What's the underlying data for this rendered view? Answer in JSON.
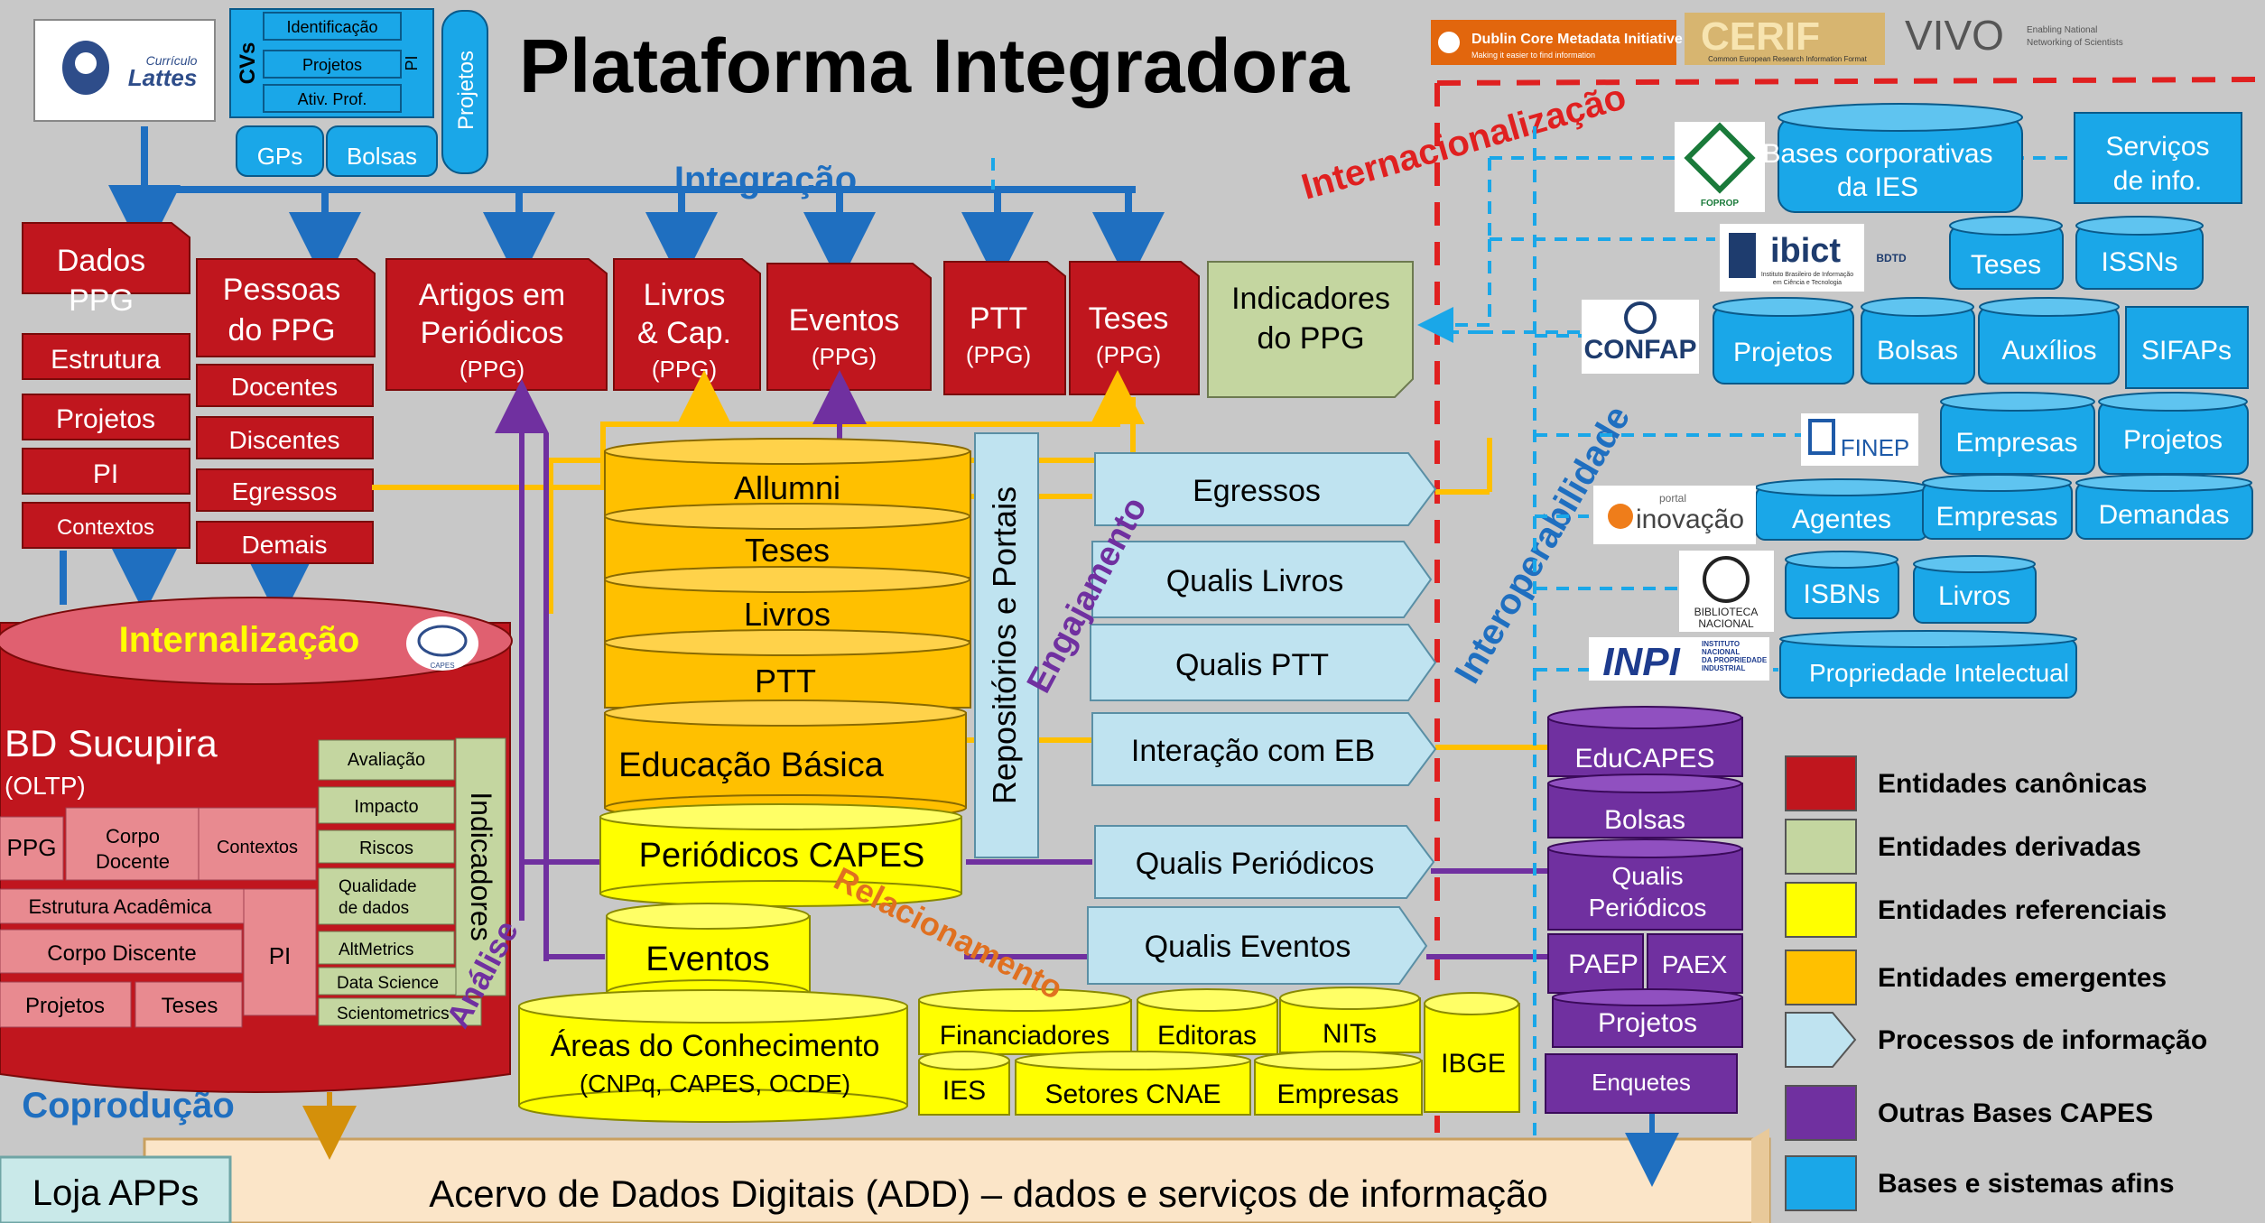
{
  "title": "Plataforma Integradora",
  "logos": {
    "lattes_small": "Currículo",
    "lattes_big": "Lattes",
    "capes": "CAPES",
    "dublin": "Dublin Core Metadata Initiative",
    "dublin_sub": "Making it easier to find information",
    "cerif": "CERIF",
    "cerif_sub": "Common European Research Information Format",
    "vivo": "VIVO",
    "vivo_sub1": "Enabling National",
    "vivo_sub2": "Networking of Scientists",
    "foprop": "FOPROP",
    "ibict": "ibict",
    "ibict_sub1": "Instituto Brasileiro de Informação",
    "ibict_sub2": "em Ciência e Tecnologia",
    "bdtd": "BDTD",
    "confap": "CONFAP",
    "finep": "FINEP",
    "inovacao_small": "portal",
    "inovacao": "inovação",
    "biblioteca1": "BIBLIOTECA",
    "biblioteca2": "NACIONAL",
    "inpi": "INPI",
    "inpi_sub1": "INSTITUTO",
    "inpi_sub2": "NACIONAL",
    "inpi_sub3": "DA PROPRIEDADE",
    "inpi_sub4": "INDUSTRIAL"
  },
  "lattes": {
    "cvs": "CVs",
    "items": [
      "Identificação",
      "Projetos",
      "Ativ. Prof."
    ],
    "pi": "PI",
    "projetos": "Projetos",
    "gps": "GPs",
    "bolsas": "Bolsas"
  },
  "section_labels": {
    "integracao": "Integração",
    "internacionalizacao": "Internacionalização",
    "internalizacao": "Internalização",
    "coproducao": "Coprodução",
    "interoperabilidade": "Interoperabilidade",
    "engajamento": "Engajamento",
    "relacionamento": "Relacionamento",
    "analise": "Análise"
  },
  "dados_ppg": {
    "title1": "Dados",
    "title2": "PPG",
    "items": [
      "Estrutura",
      "Projetos",
      "PI",
      "Contextos"
    ]
  },
  "pessoas_ppg": {
    "title1": "Pessoas",
    "title2": "do PPG",
    "items": [
      "Docentes",
      "Discentes",
      "Egressos",
      "Demais"
    ]
  },
  "top_docs": [
    {
      "l1": "Artigos em",
      "l2": "Periódicos",
      "l3": "(PPG)"
    },
    {
      "l1": "Livros",
      "l2": "& Cap.",
      "l3": "(PPG)"
    },
    {
      "l1": "Eventos",
      "l2": "(PPG)",
      "l3": ""
    },
    {
      "l1": "PTT",
      "l2": "(PPG)",
      "l3": ""
    },
    {
      "l1": "Teses",
      "l2": "(PPG)",
      "l3": ""
    }
  ],
  "indicadores_ppg": {
    "l1": "Indicadores",
    "l2": "do PPG"
  },
  "emergentes": [
    "Allumni",
    "Teses",
    "Livros",
    "PTT",
    "Educação Básica"
  ],
  "periodicos_capes": "Periódicos CAPES",
  "eventos": "Eventos",
  "areas": {
    "l1": "Áreas do Conhecimento",
    "l2": "(CNPq, CAPES, OCDE)"
  },
  "ref_small": [
    "Financiadores",
    "Editoras",
    "NITs",
    "IES",
    "Setores CNAE",
    "Empresas",
    "IBGE"
  ],
  "repositorios": "Repositórios e Portais",
  "processos": [
    "Egressos",
    "Qualis Livros",
    "Qualis PTT",
    "Interação com EB",
    "Qualis Periódicos",
    "Qualis Eventos"
  ],
  "outras_capes": {
    "educapes": "EduCAPES",
    "bolsas": "Bolsas",
    "qualis1": "Qualis",
    "qualis2": "Periódicos",
    "paep": "PAEP",
    "paex": "PAEX",
    "projetos": "Projetos",
    "enquetes": "Enquetes"
  },
  "sucupira": {
    "title": "BD Sucupira",
    "subtitle": "(OLTP)",
    "cells": {
      "ppg": "PPG",
      "corpo_docente1": "Corpo",
      "corpo_docente2": "Docente",
      "contextos": "Contextos",
      "estrutura": "Estrutura Acadêmica",
      "corpo_discente": "Corpo Discente",
      "pi": "PI",
      "projetos": "Projetos",
      "teses": "Teses"
    },
    "indicadores_list": [
      "Avaliação",
      "Impacto",
      "Riscos",
      "Qualidade",
      "de dados",
      "AltMetrics",
      "Data Science",
      "Scientometrics"
    ],
    "indicadores_label": "Indicadores"
  },
  "afins": {
    "bases_corp1": "Bases corporativas",
    "bases_corp2": "da IES",
    "servicos1": "Serviços",
    "servicos2": "de info.",
    "teses": "Teses",
    "issns": "ISSNs",
    "projetos": "Projetos",
    "bolsas": "Bolsas",
    "auxilios": "Auxílios",
    "sifaps": "SIFAPs",
    "empresas1": "Empresas",
    "projetos2": "Projetos",
    "agentes": "Agentes",
    "empresas2": "Empresas",
    "demandas": "Demandas",
    "isbns": "ISBNs",
    "livros": "Livros",
    "propriedade": "Propriedade Intelectual"
  },
  "legend": [
    {
      "label": "Entidades canônicas",
      "color": "#c0161e"
    },
    {
      "label": "Entidades derivadas",
      "color": "#c4d6a0"
    },
    {
      "label": "Entidades referenciais",
      "color": "#ffff00"
    },
    {
      "label": "Entidades emergentes",
      "color": "#ffc000"
    },
    {
      "label": "Processos de informação",
      "color": "#bfe3f0"
    },
    {
      "label": "Outras Bases CAPES",
      "color": "#7030a0"
    },
    {
      "label": "Bases e sistemas afins",
      "color": "#1aa7e8"
    }
  ],
  "bottom": {
    "loja": "Loja APPs",
    "add": "Acervo de Dados Digitais (ADD) – dados e serviços de informação"
  },
  "colors": {
    "canonical": "#c0161e",
    "derived": "#c4d6a0",
    "referencial": "#ffff00",
    "emergente": "#ffc000",
    "processo": "#bfe3f0",
    "capes": "#7030a0",
    "afins": "#1aa7e8",
    "arrow_blue": "#1f6fc0",
    "dash_red": "#e02020"
  }
}
